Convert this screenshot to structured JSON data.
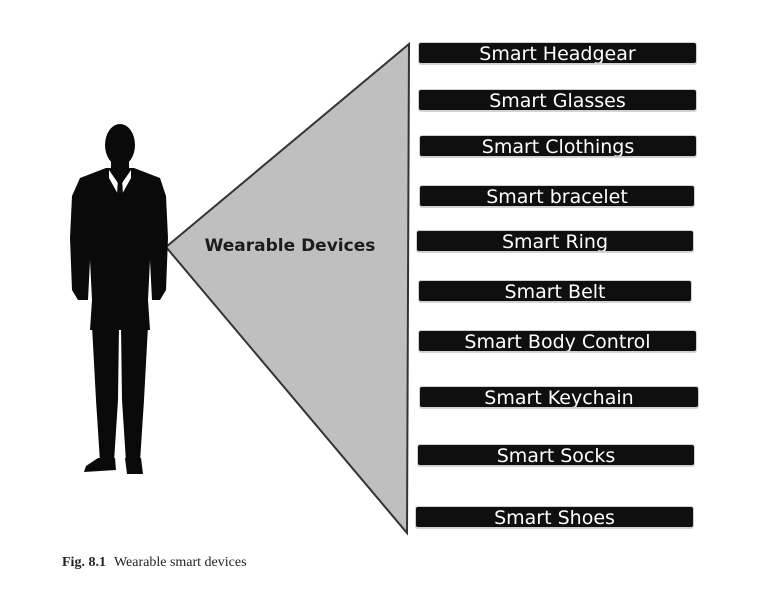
{
  "diagram": {
    "center_label": "Wearable Devices",
    "devices": [
      "Smart Headgear",
      "Smart Glasses",
      "Smart Clothings",
      "Smart bracelet",
      "Smart Ring",
      "Smart Belt",
      "Smart Body Control",
      "Smart Keychain",
      "Smart Socks",
      "Smart Shoes"
    ],
    "colors": {
      "bar_fill": "#0f0f0f",
      "bar_text": "#ffffff",
      "triangle_fill": "#bfbfbf",
      "triangle_stroke": "#333333",
      "silhouette": "#0a0a0a"
    }
  },
  "caption": {
    "figure_number": "Fig. 8.1",
    "text": "Wearable smart devices"
  }
}
